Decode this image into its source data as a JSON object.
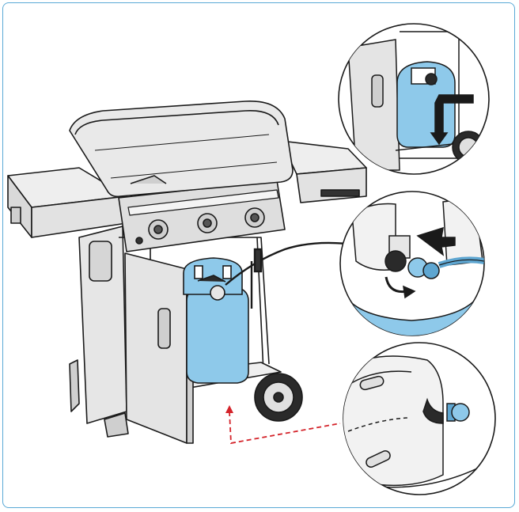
{
  "figure": {
    "frame_color": "#5aa9d6",
    "tank_color": "#8ec9ea",
    "tank_dark_color": "#5ea6d1",
    "line_color": "#1a1a1a",
    "grill_fill": "#e8e8e8",
    "callout_line_color": "#d4232a",
    "detail_views": [
      "tank-placement-detail",
      "regulator-connection-detail",
      "tank-retainer-detail"
    ]
  }
}
